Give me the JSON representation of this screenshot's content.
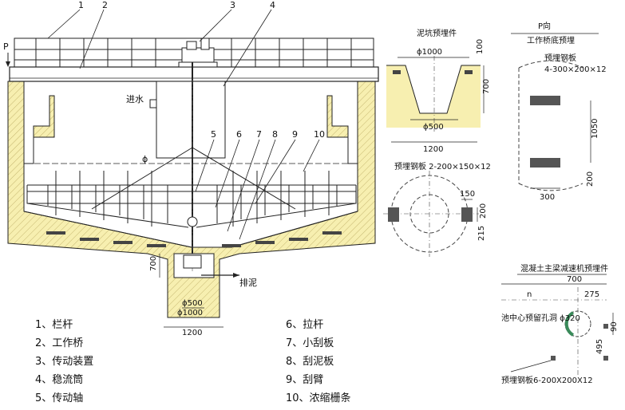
{
  "callouts": [
    "1",
    "2",
    "3",
    "4",
    "5",
    "6",
    "7",
    "8",
    "9",
    "10"
  ],
  "main": {
    "p_mark": "P",
    "inlet": "进水",
    "outlet": "排泥",
    "phi": "ϕ",
    "dim_700": "700",
    "dim_phi500": "ϕ500",
    "dim_phi1000": "ϕ1000",
    "dim_1200": "1200"
  },
  "pit": {
    "title": "泥坑预埋件",
    "phi1000": "ϕ1000",
    "d100": "100",
    "d700": "700",
    "phi500": "ϕ500",
    "d1200": "1200"
  },
  "plate": {
    "title": "预埋钢板 2-200×150×12",
    "d150": "150",
    "d200": "200",
    "d215": "215"
  },
  "pview": {
    "title_top": "P向",
    "title_sub": "工作桥底预埋",
    "plate_label": "预埋钢板",
    "plate_spec": "4-300×200×12",
    "d1050": "1050",
    "d200": "200",
    "d300": "300"
  },
  "beam": {
    "title": "混凝土主梁减速机预埋件",
    "d700": "700",
    "d275": "275",
    "n": "n",
    "hole_label": "池中心预留孔洞 ϕ320",
    "d90": "90",
    "d495": "495",
    "plate_label": "预埋钢板6-200X200X12"
  },
  "legend": [
    {
      "text": "1、栏杆"
    },
    {
      "text": "2、工作桥"
    },
    {
      "text": "3、传动装置"
    },
    {
      "text": "4、稳流筒"
    },
    {
      "text": "5、传动轴"
    },
    {
      "text": "6、拉杆"
    },
    {
      "text": "7、小刮板"
    },
    {
      "text": "8、刮泥板"
    },
    {
      "text": "9、刮臂"
    },
    {
      "text": "10、浓缩栅条"
    }
  ],
  "colors": {
    "concrete": "#f7efb0",
    "line": "#222222",
    "plate": "#555555"
  }
}
